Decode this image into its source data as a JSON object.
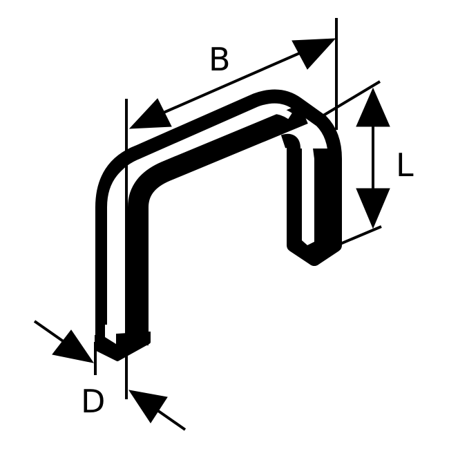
{
  "diagram": {
    "subject": "staple",
    "background": "#ffffff",
    "stroke_color": "#000000",
    "labels": {
      "width": "B",
      "length": "L",
      "wire_thickness": "D"
    }
  }
}
